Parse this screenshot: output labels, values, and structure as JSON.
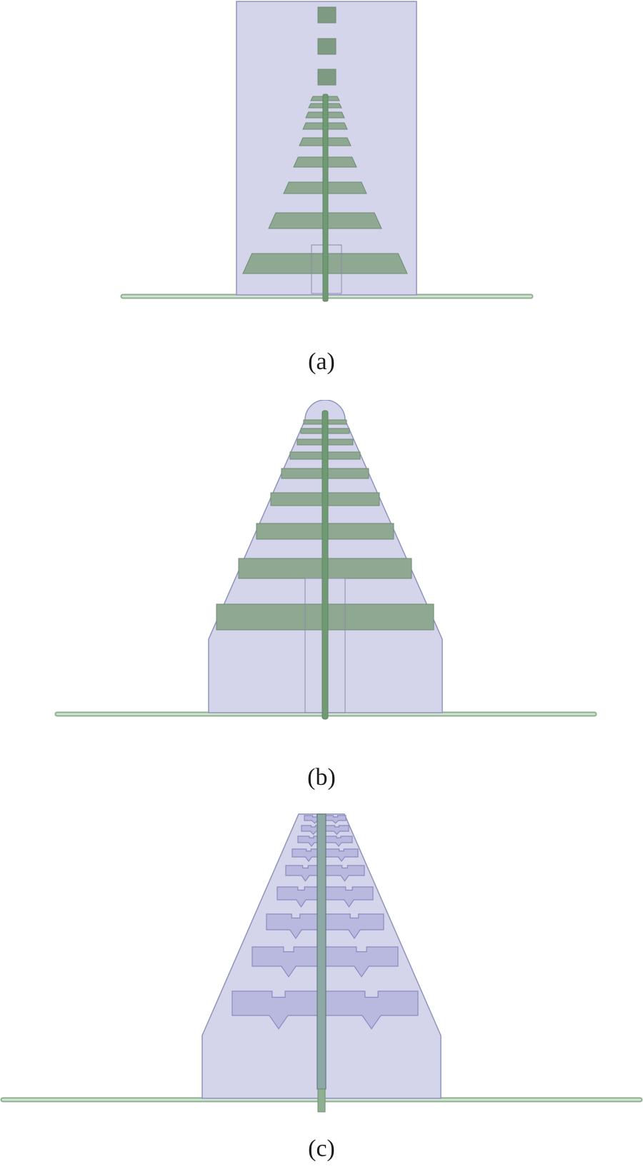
{
  "figure": {
    "panels": [
      {
        "label": "(a)",
        "variant": "rectangular-substrate-trapezoidal-dipoles"
      },
      {
        "label": "(b)",
        "variant": "tapered-substrate-rectangular-dipoles"
      },
      {
        "label": "(c)",
        "variant": "tapered-substrate-notched-dipoles"
      }
    ],
    "colors": {
      "substrate": "#d4d4ea",
      "substrate_stroke": "#8f93bd",
      "metal": "#8ea892",
      "metal_stroke": "#6e8c72",
      "feed": "#6f9a74",
      "ground": "#d2e4d2",
      "ground_stroke": "#8fb090",
      "notched_element": "#b9b9df",
      "notched_stroke": "#8b8bc0"
    }
  }
}
